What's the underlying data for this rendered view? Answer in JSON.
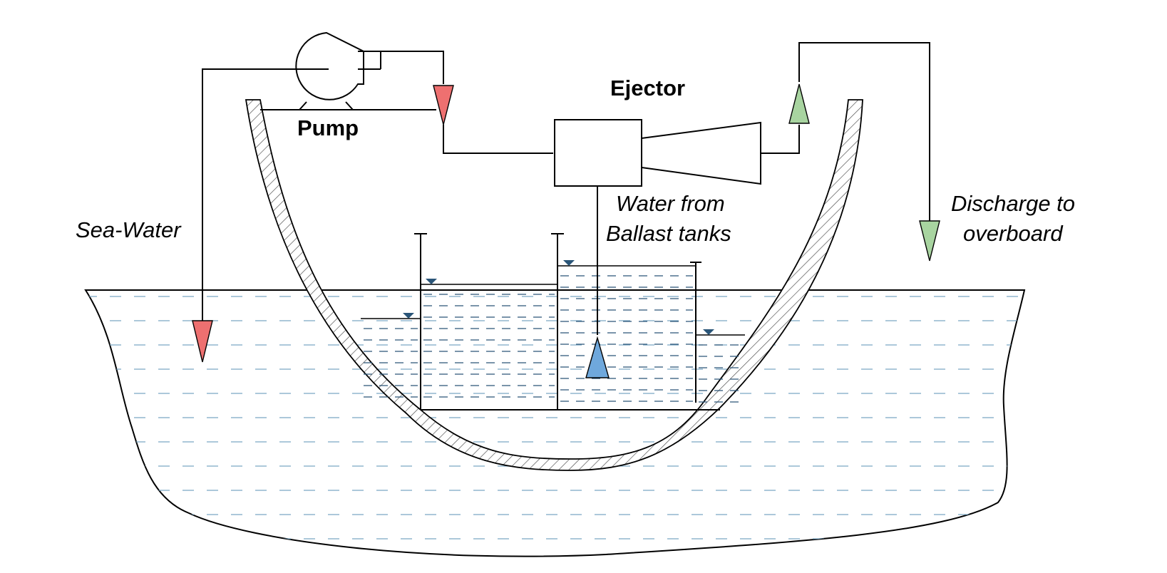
{
  "labels": {
    "pump": "Pump",
    "ejector": "Ejector",
    "sea_water": "Sea-Water",
    "ballast_line1": "Water from",
    "ballast_line2": "Ballast tanks",
    "discharge_line1": "Discharge to",
    "discharge_line2": "overboard"
  },
  "colors": {
    "sea_water_arrow": "#ee7070",
    "pump_outlet_arrow": "#ee7070",
    "ballast_arrow": "#6fa8dc",
    "discharge_arrow": "#a8d4a0",
    "sea_dash": "#7aa6c4",
    "tank_dash": "#2a5578",
    "water_level_marker": "#2a5578"
  }
}
